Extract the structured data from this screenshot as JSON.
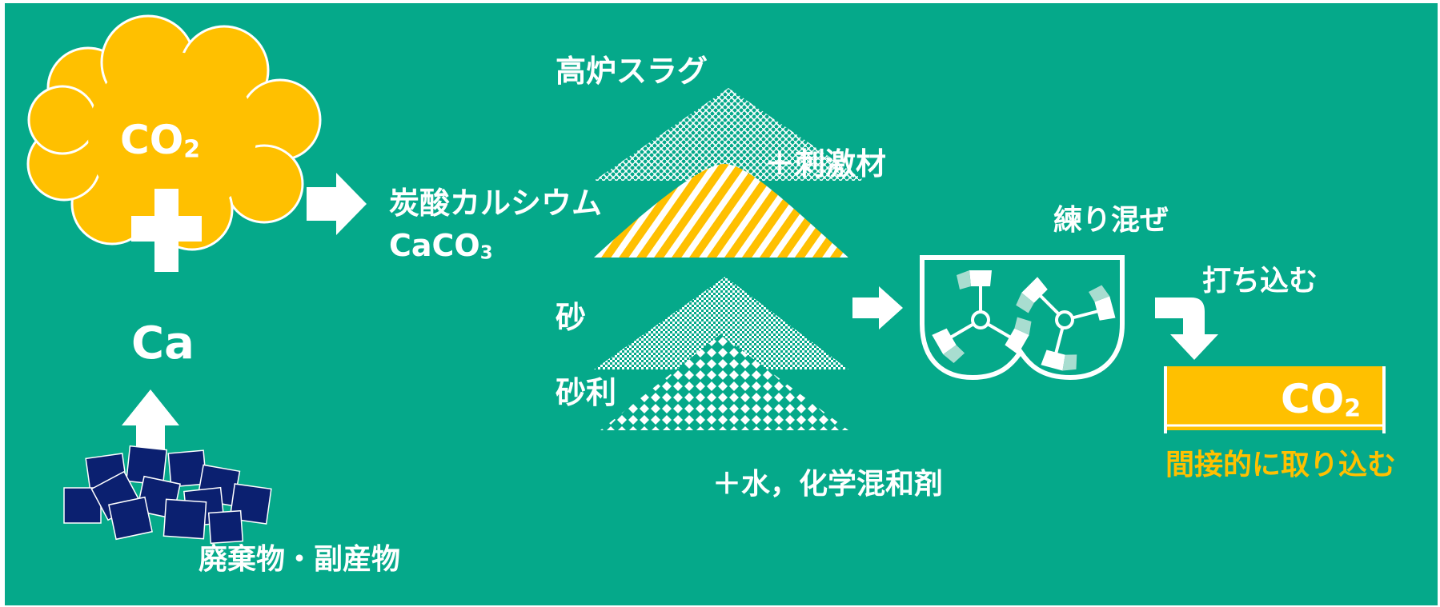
{
  "colors": {
    "background": "#05A98A",
    "gas_cloud": "#FFC000",
    "captured": "#FFC000",
    "waste_blocks": "#0B2070",
    "white": "#FFFFFF"
  },
  "cloud": {
    "formula": "CO",
    "subscript": "2"
  },
  "calcium": {
    "label": "Ca"
  },
  "waste": {
    "label": "廃棄物・副産物"
  },
  "calcium_carbonate": {
    "name": "炭酸カルシウム",
    "formula": "CaCO",
    "subscript": "3"
  },
  "materials": {
    "slag": "高炉スラグ",
    "stimulant": "＋刺激材",
    "sand": "砂",
    "gravel": "砂利",
    "water_admixture": "＋水，化学混和剤"
  },
  "mixing": {
    "label": "練り混ぜ"
  },
  "placing": {
    "label": "打ち込む"
  },
  "result": {
    "formula": "CO",
    "subscript": "2",
    "caption": "間接的に取り込む"
  },
  "icons": [
    "arrow-right-icon",
    "arrow-up-icon",
    "arrow-down-turn-icon",
    "plus-icon",
    "mixer-icon"
  ]
}
